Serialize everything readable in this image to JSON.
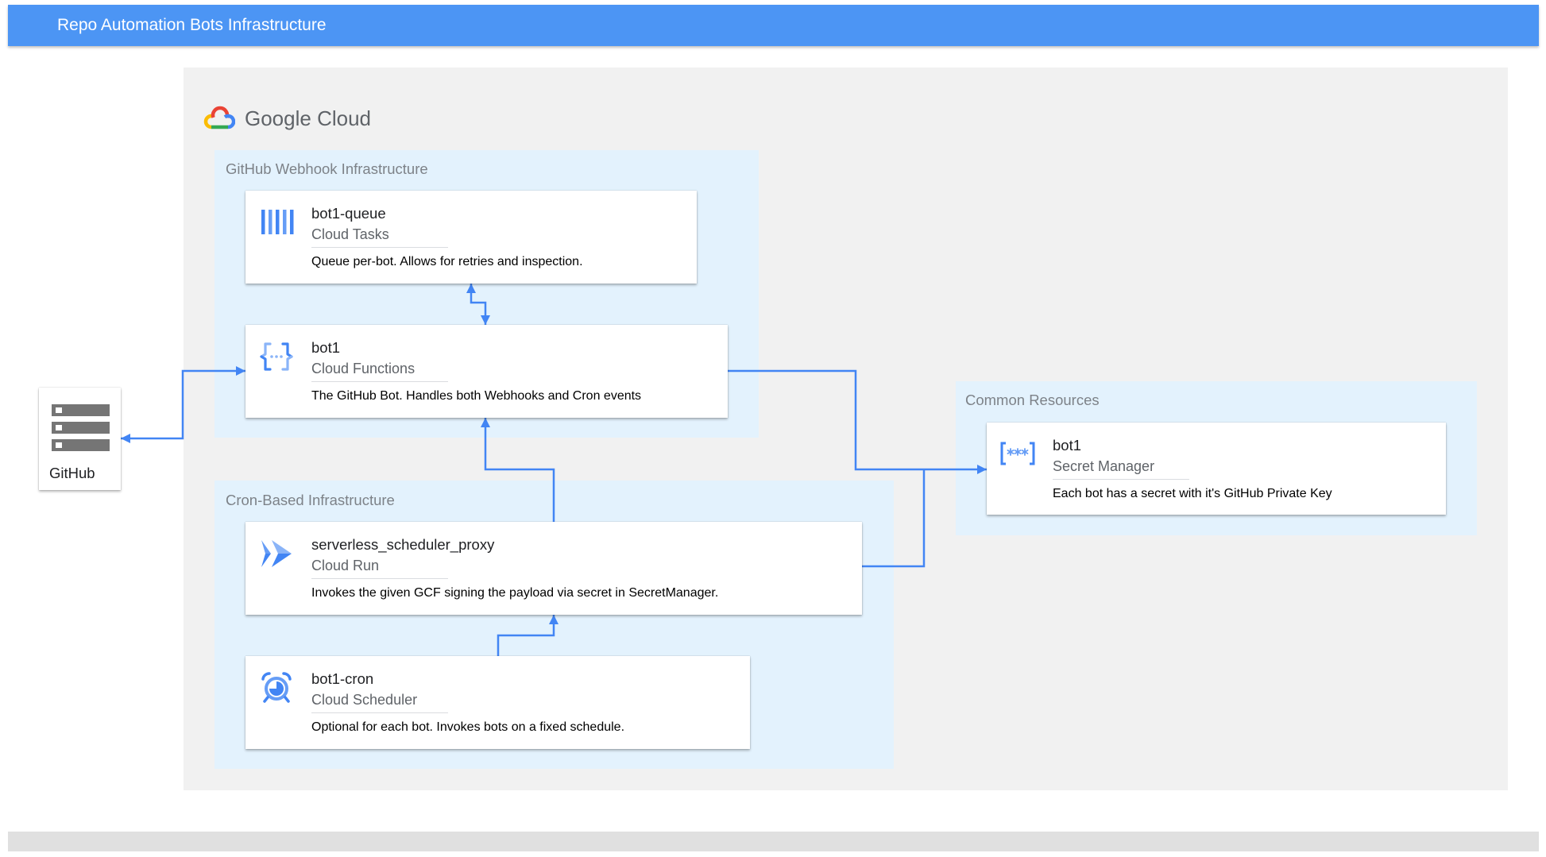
{
  "header": {
    "title": "Repo Automation Bots Infrastructure"
  },
  "logo": {
    "text": "Google Cloud",
    "icon": "google-cloud-logo"
  },
  "zones": {
    "webhook": {
      "label": "GitHub Webhook Infrastructure"
    },
    "cron": {
      "label": "Cron-Based Infrastructure"
    },
    "common": {
      "label": "Common Resources"
    }
  },
  "nodes": {
    "github": {
      "label": "GitHub",
      "icon": "server-icon"
    },
    "queue": {
      "name": "bot1-queue",
      "service": "Cloud Tasks",
      "description": "Queue per-bot. Allows for retries and inspection.",
      "icon": "cloud-tasks-icon"
    },
    "function": {
      "name": "bot1",
      "service": "Cloud Functions",
      "description": "The GitHub Bot. Handles both Webhooks and Cron events",
      "icon": "cloud-functions-icon"
    },
    "proxy": {
      "name": "serverless_scheduler_proxy",
      "service": "Cloud Run",
      "description": "Invokes the given GCF signing the payload via secret in SecretManager.",
      "icon": "cloud-run-icon"
    },
    "cron": {
      "name": "bot1-cron",
      "service": "Cloud Scheduler",
      "description": "Optional for each bot. Invokes bots on a fixed schedule.",
      "icon": "cloud-scheduler-icon"
    },
    "secret": {
      "name": "bot1",
      "service": "Secret Manager",
      "description": "Each bot has a secret with it's GitHub Private Key",
      "icon": "secret-manager-icon"
    }
  },
  "colors": {
    "header": "#4c95f4",
    "panel": "#f1f1f1",
    "zone": "#e3f2fd",
    "connector": "#4285f4",
    "footer": "#e0e0e0"
  }
}
